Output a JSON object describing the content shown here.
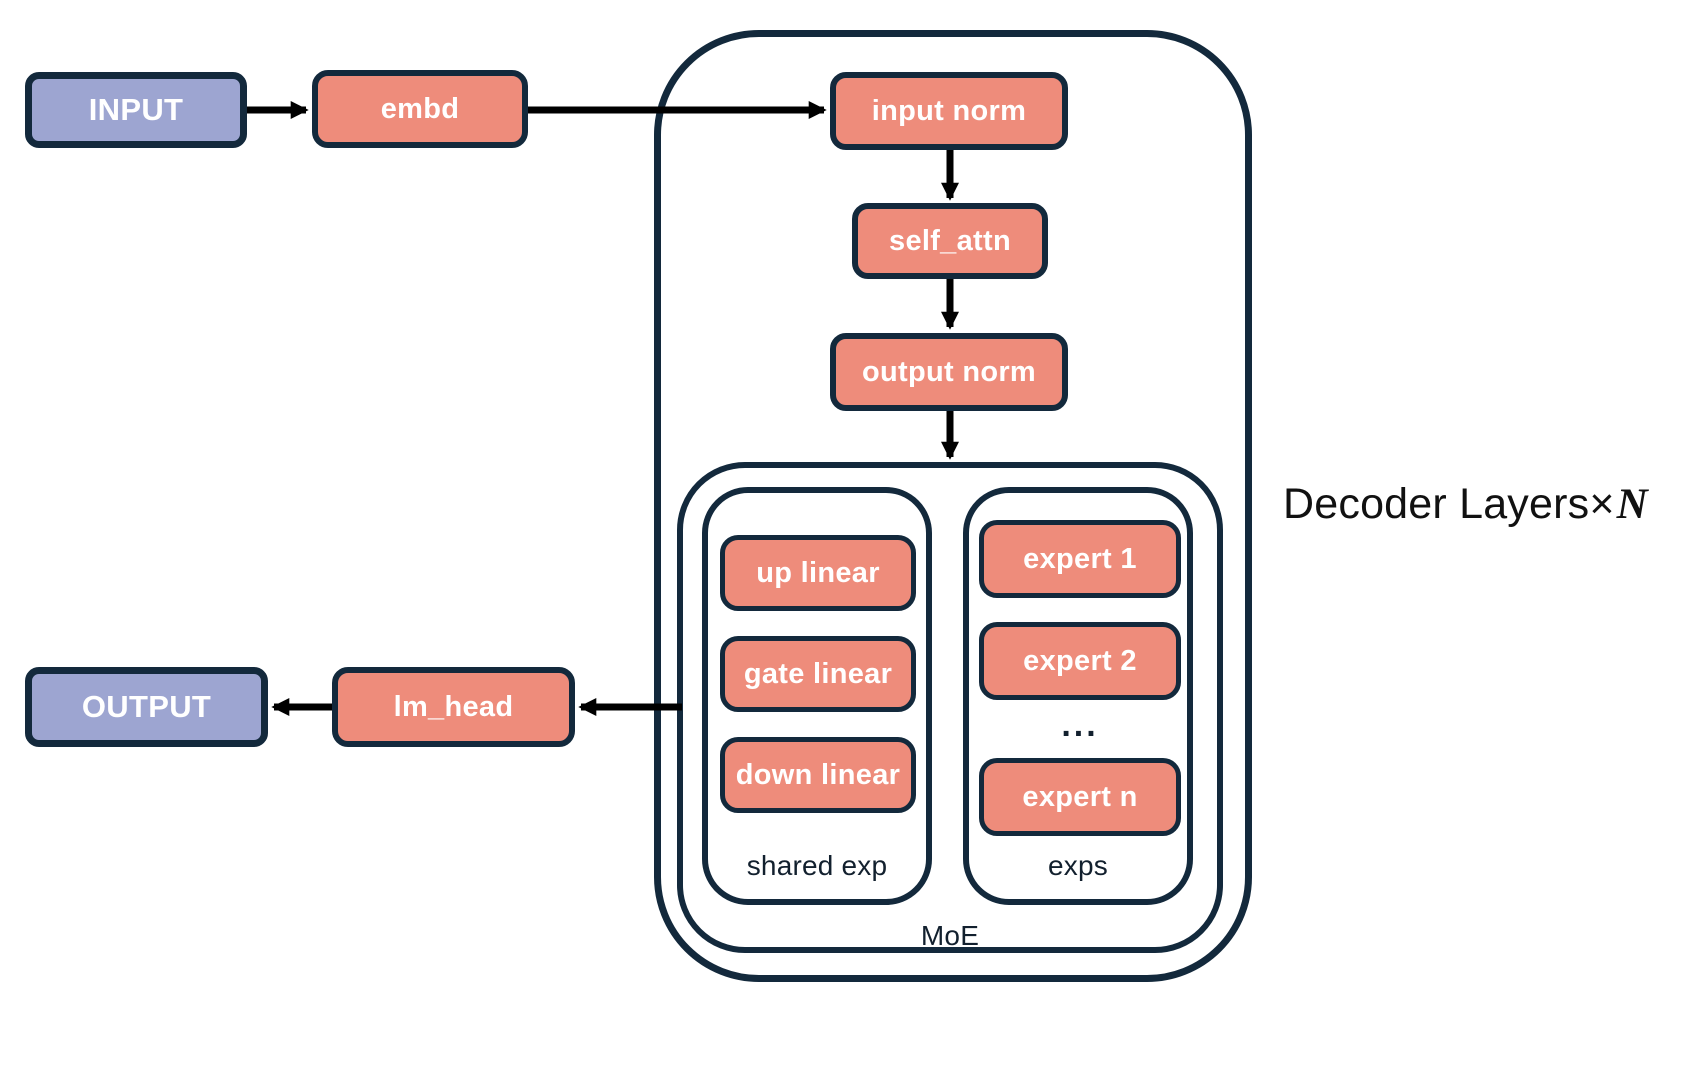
{
  "colors": {
    "module_fill": "#ee8c7b",
    "io_fill": "#9da5d1",
    "outline_navy": "#13293c",
    "arrow_black": "#000000",
    "box_text": "#ffffff",
    "label_text": "#12202e"
  },
  "nodes": {
    "input": "INPUT",
    "embd": "embd",
    "input_norm": "input norm",
    "self_attn": "self_attn",
    "output_norm": "output norm",
    "up_linear": "up linear",
    "gate_linear": "gate linear",
    "down_linear": "down linear",
    "expert_1": "expert 1",
    "expert_2": "expert 2",
    "experts_ellipsis": "...",
    "expert_n": "expert n",
    "lm_head": "lm_head",
    "output": "OUTPUT"
  },
  "groups": {
    "shared_exp": "shared exp",
    "exps": "exps",
    "moe": "MoE",
    "decoder_prefix": "Decoder Layers×",
    "decoder_n": "N"
  }
}
